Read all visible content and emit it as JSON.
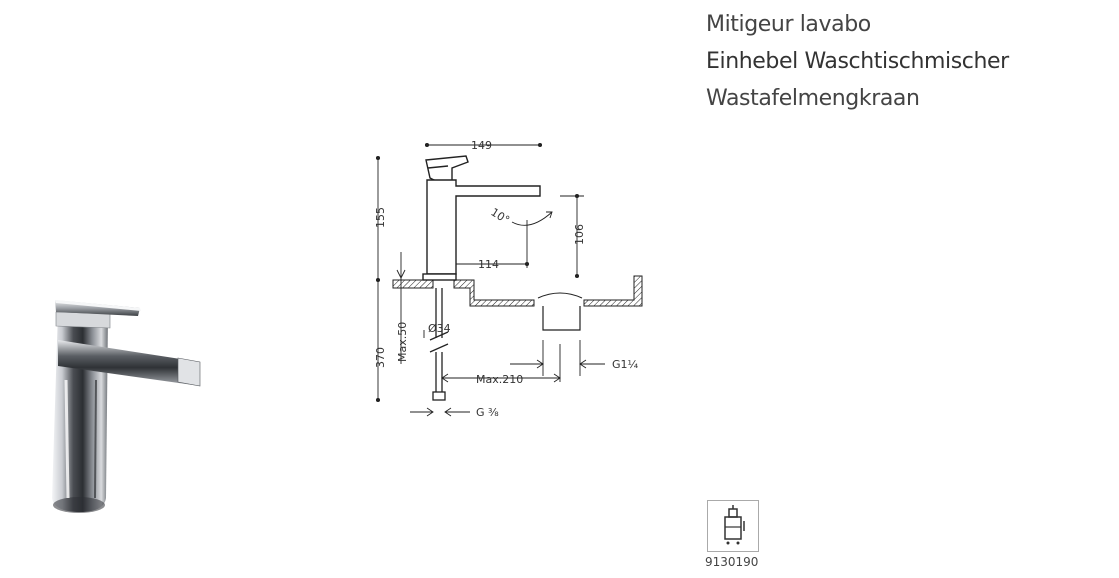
{
  "titles": {
    "fr": "Mitigeur lavabo",
    "de": "Einhebel Waschtischmischer",
    "nl": "Wastafelmengkraan"
  },
  "dimensions": {
    "width": "149",
    "height": "155",
    "spout_height": "106",
    "reach": "114",
    "angle": "10°",
    "max_thickness": "Max.50",
    "hole_diameter": "Ø34",
    "total_height": "370",
    "max_distance": "Max.210",
    "waste_thread": "G1¼",
    "supply_thread": "G ⅜"
  },
  "product": {
    "code": "9130190",
    "icon": "cartridge-icon"
  },
  "colors": {
    "line": "#222222",
    "chrome_dark": "#3a3d42",
    "chrome_light": "#e8eaed"
  }
}
